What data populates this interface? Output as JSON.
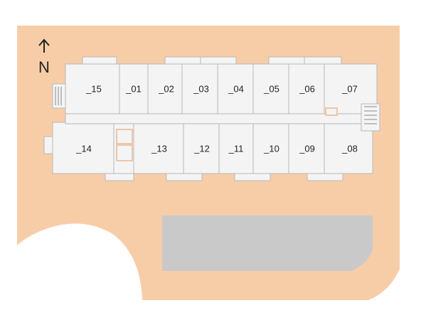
{
  "colors": {
    "site": "#f7cda8",
    "building": "#f4f4f4",
    "building_outline": "#b8b8b8",
    "parking": "#c9c9ca",
    "background": "#ffffff",
    "text": "#222222",
    "stair_accent": "#e8b890"
  },
  "compass": {
    "label": "N",
    "icon": "north-arrow-icon"
  },
  "north_row": [
    {
      "label": "_15"
    },
    {
      "label": "_01"
    },
    {
      "label": "_02"
    },
    {
      "label": "_03"
    },
    {
      "label": "_04"
    },
    {
      "label": "_05"
    },
    {
      "label": "_06"
    },
    {
      "label": "_07"
    }
  ],
  "south_row": [
    {
      "label": "_14"
    },
    {
      "label": "_13"
    },
    {
      "label": "_12"
    },
    {
      "label": "_11"
    },
    {
      "label": "_10"
    },
    {
      "label": "_09"
    },
    {
      "label": "_08"
    }
  ]
}
